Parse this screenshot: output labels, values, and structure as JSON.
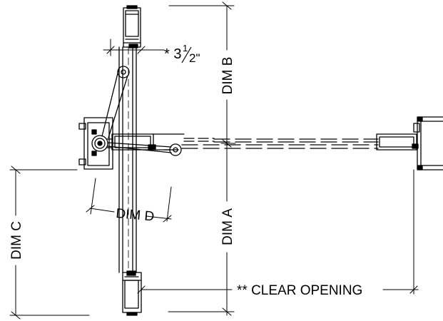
{
  "labels": {
    "dim_a": "DIM A",
    "dim_b": "DIM B",
    "dim_c": "DIM C",
    "dim_d": "DIM D",
    "offset": "* 3",
    "offset_frac_num": "1",
    "offset_frac_den": "2\"",
    "clear_opening": "** CLEAR OPENING"
  },
  "colors": {
    "line": "#000000",
    "background": "#ffffff"
  }
}
